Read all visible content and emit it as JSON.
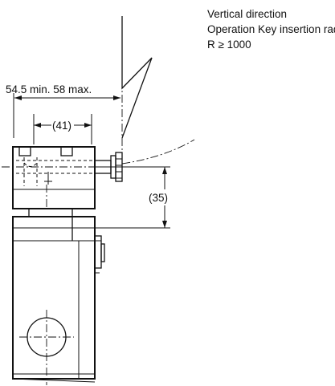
{
  "annotation": {
    "line1": "Vertical direction",
    "line2": "Operation Key insertion radius",
    "line3": "R ≥ 1000"
  },
  "dimensions": {
    "overall_length": "54.5 min. 58 max.",
    "head_width": "(41)",
    "key_offset": "(35)"
  }
}
